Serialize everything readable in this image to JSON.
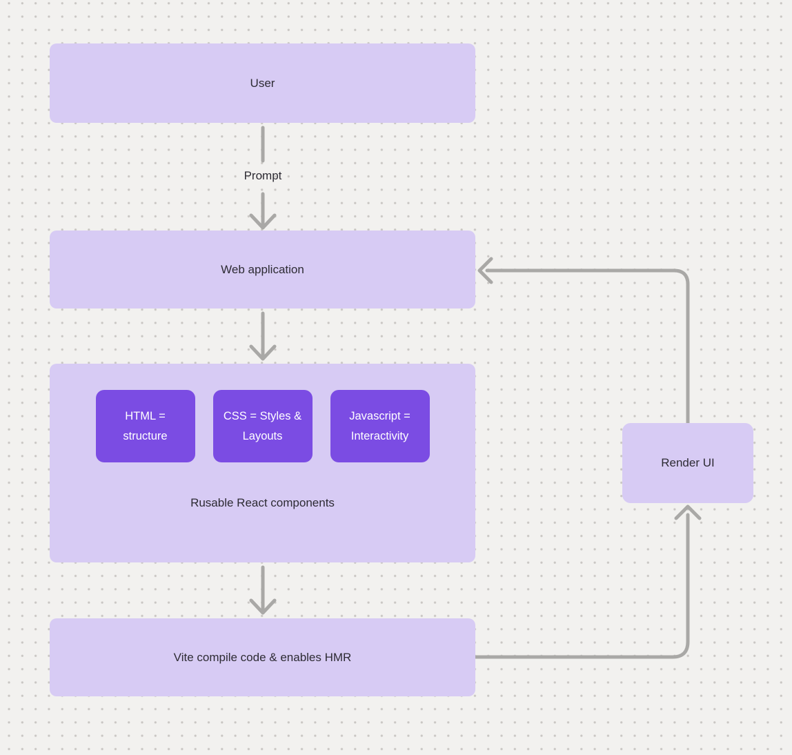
{
  "colors": {
    "background": "#f2f1ef",
    "dot_grid": "#c9c6c3",
    "node_fill": "#d7cbf4",
    "chip_fill": "#7b4ce3",
    "connector": "#a9a8a6",
    "text_dark": "#2d2b33",
    "text_light": "#ffffff"
  },
  "nodes": {
    "user": {
      "label": "User"
    },
    "web_application": {
      "label": "Web application"
    },
    "components_group": {
      "caption": "Rusable React components",
      "chips": [
        {
          "label": "HTML = structure"
        },
        {
          "label": "CSS = Styles & Layouts"
        },
        {
          "label": "Javascript = Interactivity"
        }
      ]
    },
    "vite": {
      "label": "Vite compile code & enables HMR"
    },
    "render_ui": {
      "label": "Render UI"
    }
  },
  "edges": [
    {
      "from": "user",
      "to": "web_application",
      "label": "Prompt"
    },
    {
      "from": "web_application",
      "to": "components_group",
      "label": ""
    },
    {
      "from": "components_group",
      "to": "vite",
      "label": ""
    },
    {
      "from": "vite",
      "to": "render_ui",
      "label": ""
    },
    {
      "from": "render_ui",
      "to": "web_application",
      "label": ""
    }
  ]
}
